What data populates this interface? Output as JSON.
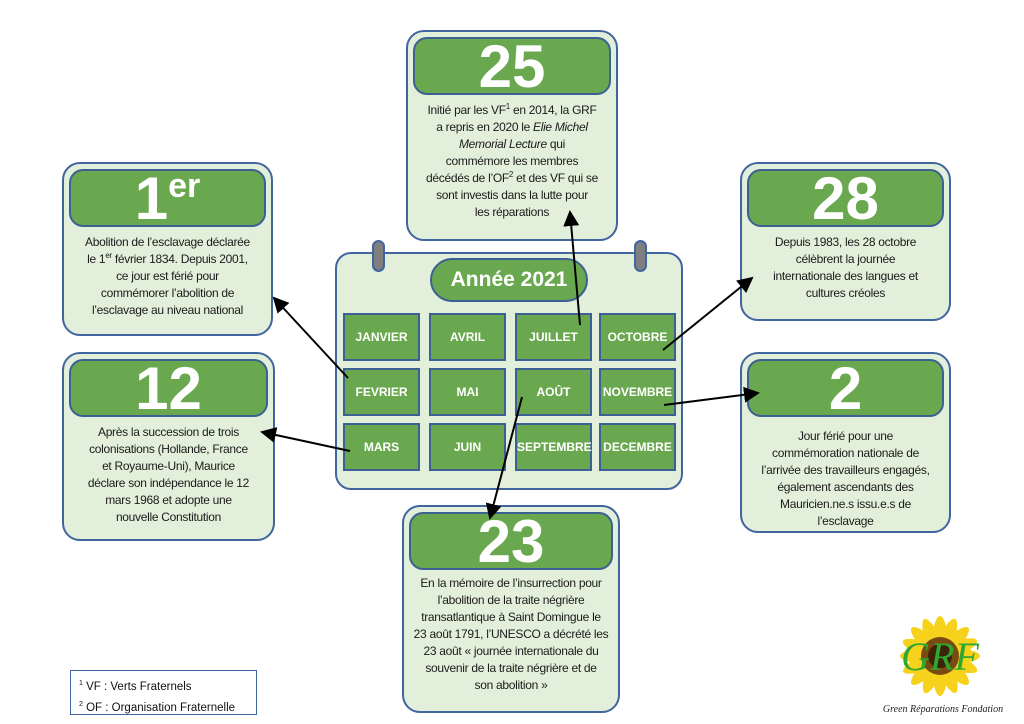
{
  "calendar": {
    "title": "Année 2021",
    "months": [
      "JANVIER",
      "AVRIL",
      "JUILLET",
      "OCTOBRE",
      "FEVRIER",
      "MAI",
      "AOÛT",
      "NOVEMBRE",
      "MARS",
      "JUIN",
      "SEPTEMBRE",
      "DECEMBRE"
    ]
  },
  "cards": {
    "feb": {
      "day": "1",
      "sup": "er",
      "lines": [
        "Abolition de l’esclavage déclarée",
        "le 1",
        "er",
        " février 1834. Depuis 2001,",
        "ce jour est férié pour",
        "commémorer l’abolition de",
        "l’esclavage au niveau national"
      ]
    },
    "mar": {
      "day": "12",
      "lines": [
        "Après la succession de trois",
        "colonisations (Hollande, France",
        "et Royaume-Uni), Maurice",
        "déclare son indépendance le 12",
        "mars 1968 et adopte une",
        "nouvelle Constitution"
      ]
    },
    "jul": {
      "day": "25",
      "lines": [
        "Initié par les VF",
        "1",
        " en 2014, la GRF",
        "a repris en 2020 le ",
        "Elie Michel",
        "Memorial Lecture",
        " qui",
        "commémore les membres",
        "décédés de l’OF",
        "2",
        " et des VF qui se",
        "sont investis dans la lutte pour",
        "les réparations"
      ]
    },
    "oct": {
      "day": "28",
      "lines": [
        "Depuis 1983, les 28 octobre",
        "célèbrent la journée",
        "internationale des langues et",
        "cultures créoles"
      ]
    },
    "nov": {
      "day": "2",
      "lines": [
        "Jour férié pour une",
        "commémoration nationale de",
        "l’arrivée des travailleurs engagés,",
        "également ascendants des",
        "Mauricien.ne.s issu.e.s de",
        "l’esclavage"
      ]
    },
    "aug": {
      "day": "23",
      "lines": [
        "En la mémoire de l’insurrection pour",
        "l’abolition de la traite négrière",
        "transatlantique à Saint Domingue le",
        "23 août 1791, l’UNESCO a décrété les",
        "23 août « journée internationale du",
        "souvenir de la traite négrière et de",
        "son abolition »"
      ]
    }
  },
  "footnotes": [
    {
      "num": "1",
      "text": " VF : Verts Fraternels"
    },
    {
      "num": "2",
      "text": " OF : Organisation Fraternelle"
    }
  ],
  "logo": {
    "letters": "GRF",
    "caption": "Green Réparations Fondation"
  },
  "colors": {
    "green": "#6aa84f",
    "light": "#e2efda",
    "border": "#41659f"
  }
}
